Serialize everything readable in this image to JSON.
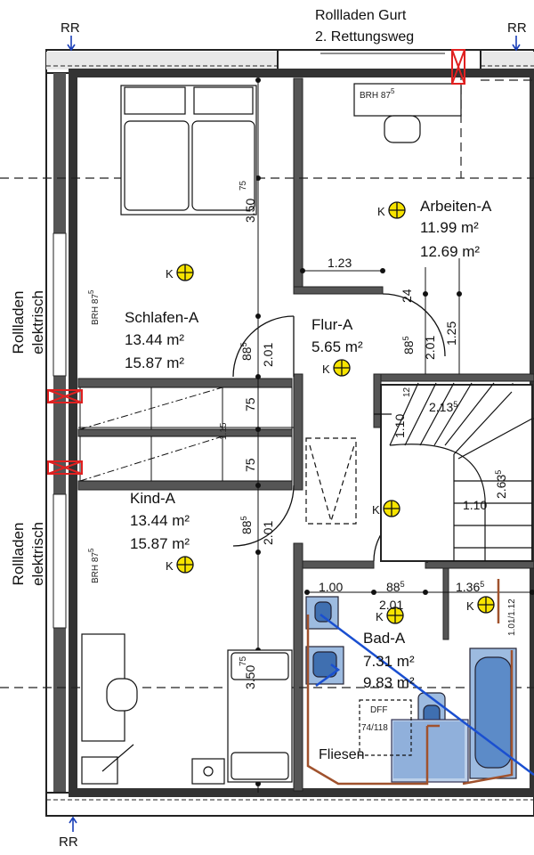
{
  "header": {
    "rollladen_gurt": "Rollladen Gurt",
    "rettungsweg": "2. Rettungsweg",
    "rr_top_left": "RR",
    "rr_top_right": "RR",
    "rr_bottom_left": "RR"
  },
  "side_labels": {
    "upper": [
      "Rollladen",
      "elektrisch"
    ],
    "lower": [
      "Rollladen",
      "elektrisch"
    ]
  },
  "rooms": {
    "schlafen": {
      "name": "Schlafen-A",
      "area1": "13.44 m²",
      "area2": "15.87 m²",
      "brh": "BRH 87",
      "brh_sup": "5"
    },
    "arbeiten": {
      "name": "Arbeiten-A",
      "area1": "11.99 m²",
      "area2": "12.69 m²",
      "brh": "BRH 87",
      "brh_sup": "5"
    },
    "flur": {
      "name": "Flur-A",
      "area1": "5.65 m²"
    },
    "kind": {
      "name": "Kind-A",
      "area1": "13.44 m²",
      "area2": "15.87 m²",
      "brh": "BRH 87",
      "brh_sup": "5"
    },
    "bad": {
      "name": "Bad-A",
      "area1": "7.31 m²",
      "area2": "9.83 m²",
      "fliesen": "Fliesen",
      "dff": "DFF",
      "dff_size": "74/118"
    }
  },
  "dimensions": {
    "d_123": "1.23",
    "d_24": "24",
    "d_125": "1.25",
    "d_201_flur_right": "2.01",
    "d_885_flur_right": "88",
    "d_885_flur_right_sup": "5",
    "d_201_schlafen": "2.01",
    "d_885_schlafen": "88",
    "d_885_schlafen_sup": "5",
    "d_75_upper": "75",
    "d_75_lower": "75",
    "d_115": "1.15",
    "d_201_kind": "2.01",
    "d_885_kind": "88",
    "d_885_kind_sup": "5",
    "d_350_top": "3.50",
    "d_75_bed_top": "75",
    "d_350_bottom": "3.50",
    "d_75_bed_bottom": "75",
    "d_213": "2.13",
    "d_213_sup": "5",
    "d_110_stair_top": "1.10",
    "d_12": "12",
    "d_263": "2.63",
    "d_263_sup": "5",
    "d_110_stair_bottom": "1.10",
    "d_100": "1.00",
    "d_885_bad": "88",
    "d_885_bad_sup": "5",
    "d_201_bad": "2.01",
    "d_1365": "1.36",
    "d_1365_sup": "5",
    "d_101_112": "1.01/1.12"
  },
  "symbols": {
    "k_label": "K"
  },
  "colors": {
    "wall": "#444444",
    "wall_dark": "#222222",
    "accent_red": "#e02020",
    "blue_line": "#1a4fd0",
    "pipe_brown": "#a0522d",
    "sanitary_blue": "#8fb4dd",
    "lamp_yellow": "#f7e400"
  }
}
